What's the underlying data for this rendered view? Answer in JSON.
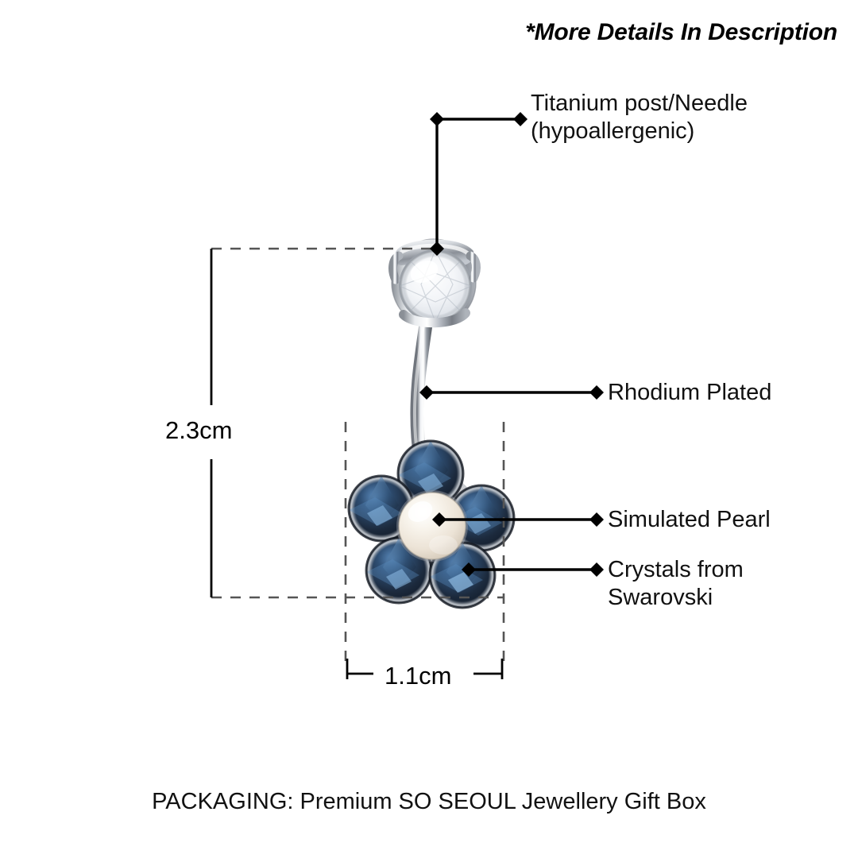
{
  "header": {
    "note": "*More Details In Description"
  },
  "callouts": [
    {
      "id": "titanium-post",
      "text": "Titanium post/Needle\n(hypoallergenic)",
      "leader": "elbow"
    },
    {
      "id": "rhodium-plated",
      "text": "Rhodium Plated",
      "leader": "horizontal"
    },
    {
      "id": "simulated-pearl",
      "text": "Simulated Pearl",
      "leader": "horizontal"
    },
    {
      "id": "crystals-swarovski",
      "text": "Crystals from\nSwarovski",
      "leader": "horizontal"
    }
  ],
  "dimensions": {
    "height_label": "2.3cm",
    "width_label": "1.1cm"
  },
  "packaging": {
    "text": "PACKAGING: Premium SO SEOUL Jewellery Gift Box"
  },
  "product": {
    "type": "belly-button-ring",
    "top_stone": "clear crystal",
    "center_stone": "simulated pearl",
    "petal_count": 5,
    "petal_stone": "montana navy crystal"
  },
  "colors": {
    "background": "#ffffff",
    "text": "#111111",
    "rule": "#000000",
    "guide": "#555555",
    "crystal_navy": "#1b2738",
    "crystal_navy_light": "#4a7fb0",
    "pearl": "#f4efe6",
    "metal": "#c9ccd1",
    "metal_dark": "#6e7278",
    "clear_crystal": "#f2f4f6"
  }
}
